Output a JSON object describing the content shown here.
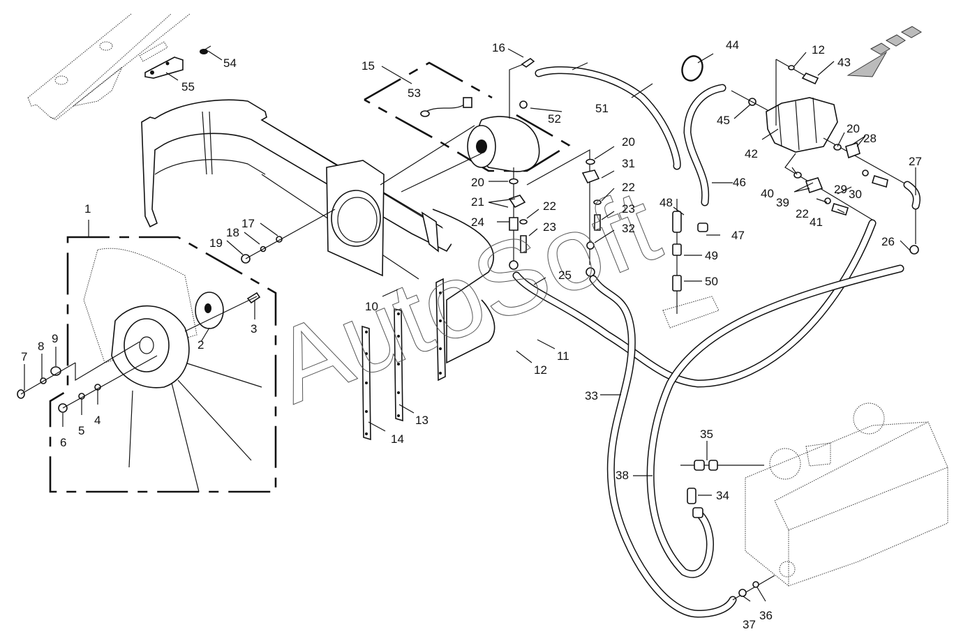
{
  "diagram": {
    "title": "Exploded parts diagram – fan drive / hydraulic cooling assembly",
    "watermark": "AutoSoft",
    "direction_arrow_icon": "front-direction-arrow",
    "callouts": [
      {
        "id": "c1",
        "label": "1"
      },
      {
        "id": "c2",
        "label": "2"
      },
      {
        "id": "c3",
        "label": "3"
      },
      {
        "id": "c4",
        "label": "4"
      },
      {
        "id": "c5",
        "label": "5"
      },
      {
        "id": "c6",
        "label": "6"
      },
      {
        "id": "c7",
        "label": "7"
      },
      {
        "id": "c8",
        "label": "8"
      },
      {
        "id": "c9",
        "label": "9"
      },
      {
        "id": "c10",
        "label": "10"
      },
      {
        "id": "c11",
        "label": "11"
      },
      {
        "id": "c12a",
        "label": "12"
      },
      {
        "id": "c12b",
        "label": "12"
      },
      {
        "id": "c13",
        "label": "13"
      },
      {
        "id": "c14",
        "label": "14"
      },
      {
        "id": "c15",
        "label": "15"
      },
      {
        "id": "c16",
        "label": "16"
      },
      {
        "id": "c17",
        "label": "17"
      },
      {
        "id": "c18",
        "label": "18"
      },
      {
        "id": "c19",
        "label": "19"
      },
      {
        "id": "c20a",
        "label": "20"
      },
      {
        "id": "c20b",
        "label": "20"
      },
      {
        "id": "c20c",
        "label": "20"
      },
      {
        "id": "c21",
        "label": "21"
      },
      {
        "id": "c22a",
        "label": "22"
      },
      {
        "id": "c22b",
        "label": "22"
      },
      {
        "id": "c22c",
        "label": "22"
      },
      {
        "id": "c23a",
        "label": "23"
      },
      {
        "id": "c23b",
        "label": "23"
      },
      {
        "id": "c24",
        "label": "24"
      },
      {
        "id": "c25",
        "label": "25"
      },
      {
        "id": "c26",
        "label": "26"
      },
      {
        "id": "c27",
        "label": "27"
      },
      {
        "id": "c28",
        "label": "28"
      },
      {
        "id": "c29",
        "label": "29"
      },
      {
        "id": "c30",
        "label": "30"
      },
      {
        "id": "c31",
        "label": "31"
      },
      {
        "id": "c32",
        "label": "32"
      },
      {
        "id": "c33",
        "label": "33"
      },
      {
        "id": "c34",
        "label": "34"
      },
      {
        "id": "c35",
        "label": "35"
      },
      {
        "id": "c36",
        "label": "36"
      },
      {
        "id": "c37",
        "label": "37"
      },
      {
        "id": "c38",
        "label": "38"
      },
      {
        "id": "c39",
        "label": "39"
      },
      {
        "id": "c40",
        "label": "40"
      },
      {
        "id": "c41",
        "label": "41"
      },
      {
        "id": "c42",
        "label": "42"
      },
      {
        "id": "c43",
        "label": "43"
      },
      {
        "id": "c44",
        "label": "44"
      },
      {
        "id": "c45",
        "label": "45"
      },
      {
        "id": "c46",
        "label": "46"
      },
      {
        "id": "c47",
        "label": "47"
      },
      {
        "id": "c48",
        "label": "48"
      },
      {
        "id": "c49",
        "label": "49"
      },
      {
        "id": "c50",
        "label": "50"
      },
      {
        "id": "c51",
        "label": "51"
      },
      {
        "id": "c52",
        "label": "52"
      },
      {
        "id": "c53",
        "label": "53"
      },
      {
        "id": "c54",
        "label": "54"
      },
      {
        "id": "c55",
        "label": "55"
      }
    ]
  }
}
